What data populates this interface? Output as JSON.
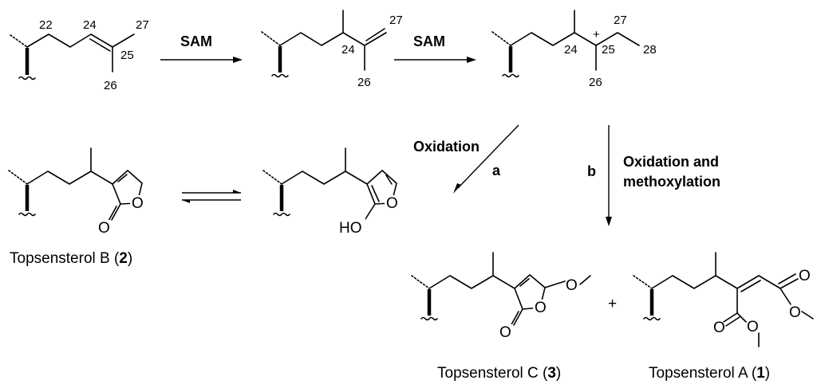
{
  "numbering": {
    "m1": {
      "c22": "22",
      "c24": "24",
      "c25": "25",
      "c26": "26",
      "c27": "27"
    },
    "m2": {
      "c24": "24",
      "c26": "26",
      "c27": "27"
    },
    "m3": {
      "c24": "24",
      "c25": "25",
      "c26": "26",
      "c27": "27",
      "c28": "28",
      "charge": "+"
    }
  },
  "atoms": {
    "oxygen": "O",
    "hydroxyl": "HO"
  },
  "reagents": {
    "sam_1": "SAM",
    "sam_2": "SAM",
    "charge_plus": "+"
  },
  "pathways": {
    "a_label": "a",
    "a_reagent": "Oxidation",
    "b_label": "b",
    "b_reagent_line1": "Oxidation and",
    "b_reagent_line2": "methoxylation"
  },
  "compounds": {
    "b": {
      "name": "Topsensterol B (",
      "number": "2",
      "close": ")"
    },
    "c": {
      "name": "Topsensterol C (",
      "number": "3",
      "close": ")"
    },
    "a": {
      "name": "Topsensterol A (",
      "number": "1",
      "close": ")"
    }
  }
}
